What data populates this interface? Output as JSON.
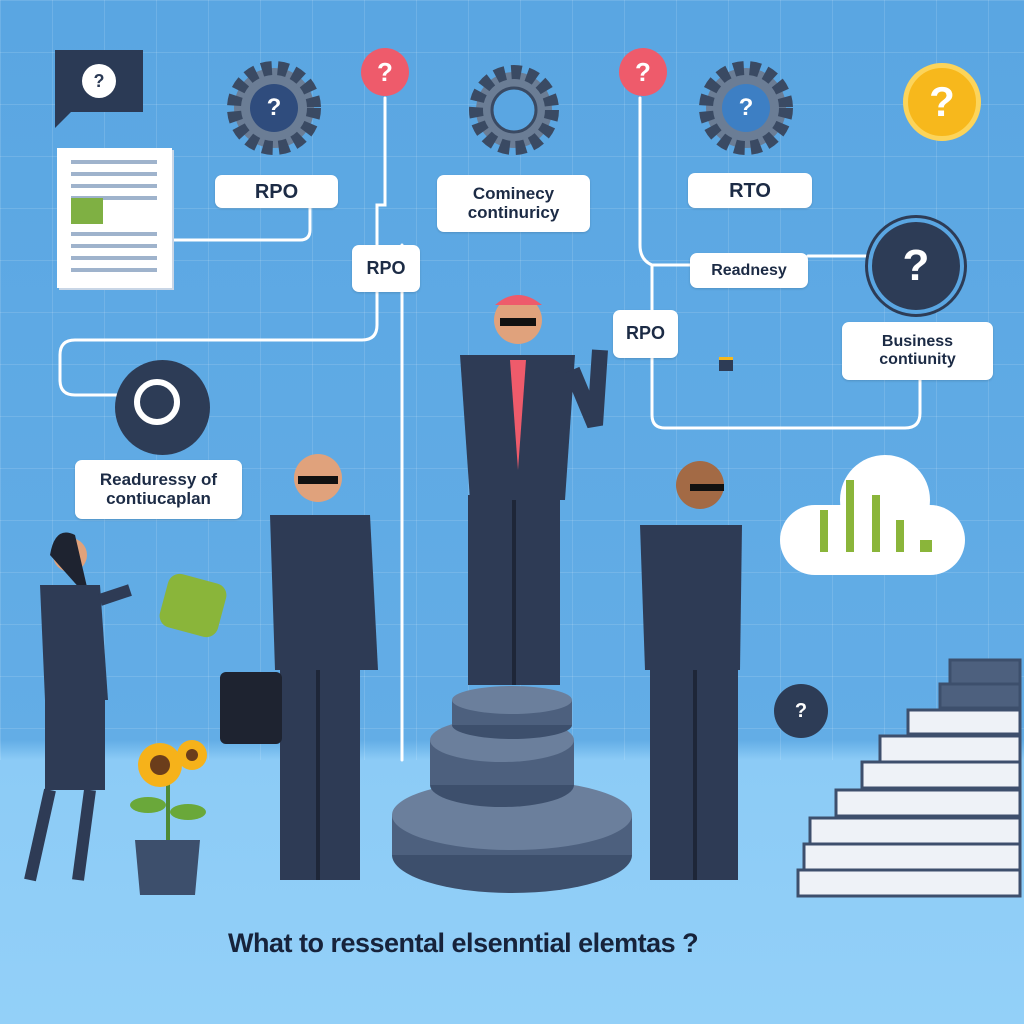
{
  "labels": {
    "rpo_top": "RPO",
    "contingency": "Cominecy continuricy",
    "rto": "RTO",
    "rpo_mid": "RPO",
    "readiness": "Readnesy",
    "rpo_right": "RPO",
    "business_continuity": "Business contiunity",
    "readiness_plan": "Readuressy of contiucaplan"
  },
  "question_mark": "?",
  "title": "What to ressental elsenntial elemtas ?",
  "colors": {
    "background": "#5aa6e2",
    "floor": "#93d0f8",
    "suit": "#2e3b55",
    "red_pin": "#ee5b6b",
    "yellow": "#f7b81c",
    "green": "#8ab53a"
  }
}
